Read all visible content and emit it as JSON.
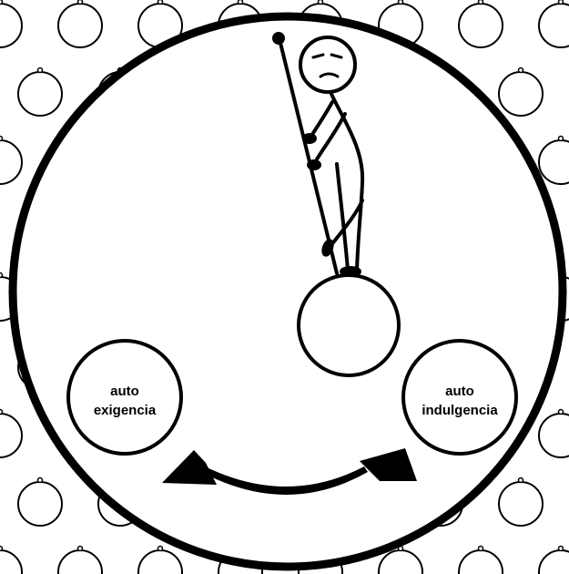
{
  "labels": {
    "left_circle": [
      "auto",
      "exigencia"
    ],
    "right_circle": [
      "auto",
      "indulgencia"
    ]
  },
  "icons": {
    "figure": "stick-figure-icon",
    "pole": "balancing-pole-icon",
    "ball": "balance-ball-icon",
    "arrow": "double-curved-arrow-icon"
  },
  "colors": {
    "ink": "#000000",
    "paper": "#ffffff"
  }
}
